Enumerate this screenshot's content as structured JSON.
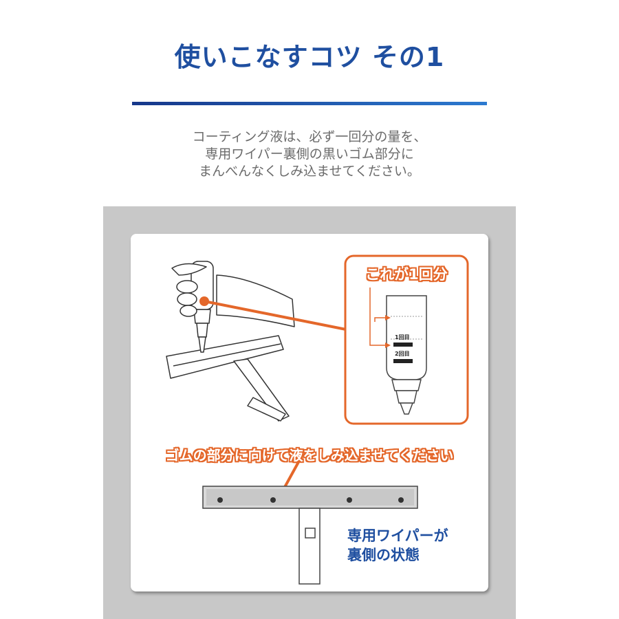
{
  "header": {
    "title": "使いこなすコツ その1"
  },
  "description": {
    "lines": [
      "コーティング液は、必ず一回分の量を、",
      "専用ワイパー裏側の黒いゴム部分に",
      "まんべんなくしみ込ませてください。"
    ]
  },
  "illustration": {
    "callout_bottle": "これが1回分",
    "mark_first": "1回目",
    "mark_second": "2回目",
    "callout_rubber": "ゴムの部分に向けて液をしみ込ませてください",
    "wiper_caption_line1": "専用ワイパーが",
    "wiper_caption_line2": "裏側の状態"
  },
  "colors": {
    "title_blue": "#1f4fa0",
    "accent_orange": "#e4672a",
    "panel_gray": "#c8c8c8",
    "description_gray": "#6b6b6b"
  }
}
